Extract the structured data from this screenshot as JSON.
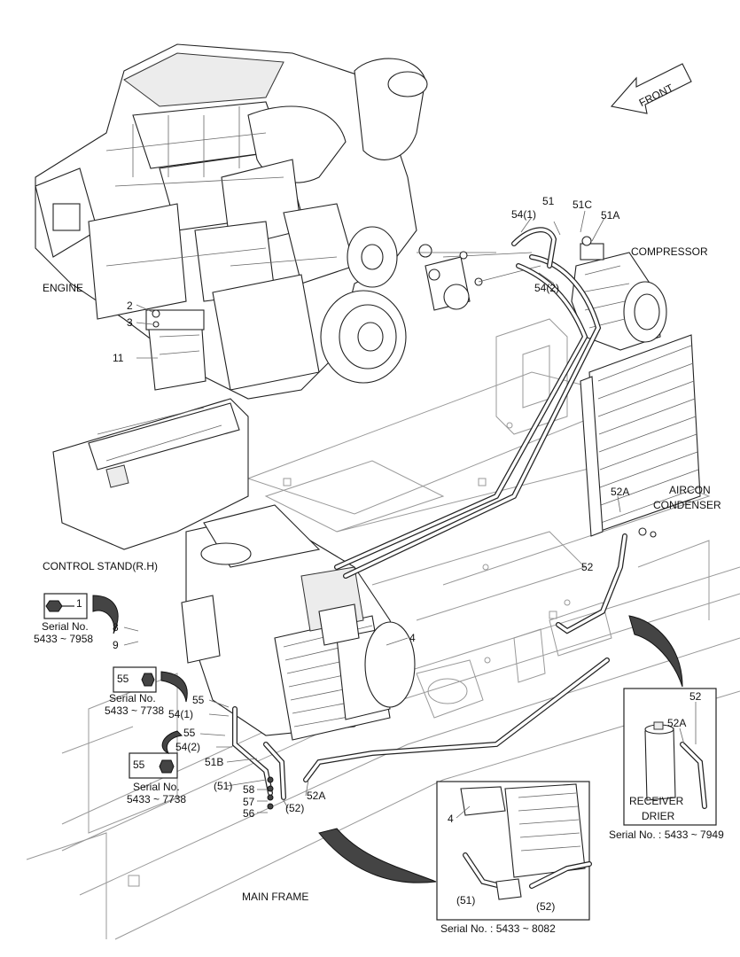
{
  "labels": {
    "front": "FRONT",
    "compressor": "COMPRESSOR",
    "engine": "ENGINE",
    "aircon_line1": "AIRCON",
    "aircon_line2": "CONDENSER",
    "control_stand": "CONTROL STAND(R.H)",
    "main_frame": "MAIN FRAME",
    "receiver_line1": "RECEIVER",
    "receiver_line2": "DRIER"
  },
  "parts": {
    "p2": "2",
    "p3": "3",
    "p11": "11",
    "p51": "51",
    "p51c": "51C",
    "p51a": "51A",
    "p54_1_top": "54(1)",
    "p54_2_top": "54(2)",
    "p52a_top": "52A",
    "p52_mid": "52",
    "p1": "1",
    "p8": "8",
    "p9": "9",
    "p4": "4",
    "p55_a": "55",
    "p55_b": "55",
    "p55_c": "55",
    "p55_d": "55",
    "p54_1_low": "54(1)",
    "p54_2_low": "54(2)",
    "p51b": "51B",
    "p51_paren": "(51)",
    "p52_paren": "(52)",
    "p52a_low": "52A",
    "p58": "58",
    "p57": "57",
    "p56": "56",
    "inset_p52": "52",
    "inset_p52a": "52A",
    "inset2_p4": "4",
    "inset2_p51": "(51)",
    "inset2_p52": "(52)"
  },
  "serials": {
    "s1_line1": "Serial No.",
    "s1_line2": "5433 ~ 7958",
    "s2_line1": "Serial No.",
    "s2_line2": "5433 ~ 7738",
    "s3_line1": "Serial No.",
    "s3_line2": "5433 ~ 7738",
    "receiver": "Serial No. : 5433 ~ 7949",
    "inset_bottom": "Serial No. : 5433 ~ 8082"
  }
}
